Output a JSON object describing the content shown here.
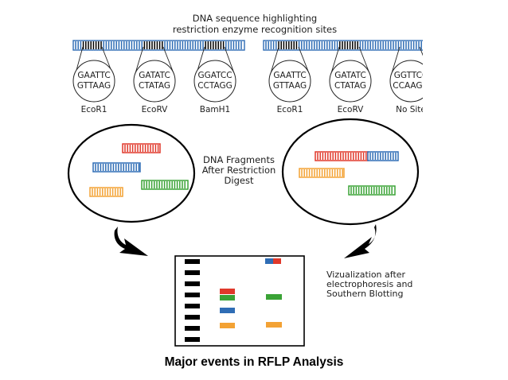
{
  "title_lines": [
    "DNA sequence highlighting",
    "restriction enzyme recognition sites"
  ],
  "sites": [
    {
      "top": "GAATTC",
      "bottom": "GTTAAG",
      "enzyme": "EcoR1"
    },
    {
      "top": "GATATC",
      "bottom": "CTATAG",
      "enzyme": "EcoRV"
    },
    {
      "top": "GGATCC",
      "bottom": "CCTAGG",
      "enzyme": "BamH1"
    },
    {
      "top": "GAATTC",
      "bottom": "GTTAAG",
      "enzyme": "EcoR1"
    },
    {
      "top": "GATATC",
      "bottom": "CTATAG",
      "enzyme": "EcoRV"
    },
    {
      "top": "GGTTCC",
      "bottom": "CCAAGG",
      "enzyme": "No Site"
    }
  ],
  "fragments_label": [
    "DNA Fragments",
    "After Restriction",
    "Digest"
  ],
  "visualization_label": [
    "Vizualization after",
    "electrophoresis and",
    "Southern Blotting"
  ],
  "caption": "Major events in RFLP Analysis",
  "colors": {
    "blue": "#2f6db5",
    "red": "#e0392b",
    "green": "#3aa336",
    "orange": "#f3a234",
    "black": "#000000"
  }
}
